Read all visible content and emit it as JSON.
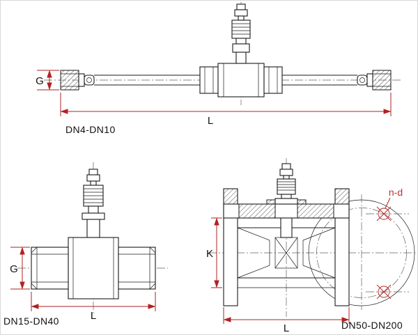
{
  "canvas": {
    "background": "#ffffff"
  },
  "colors": {
    "line": "#1a1a1a",
    "dimension_line": "#b22222",
    "centerline": "#606060",
    "callout_text": "#c03030"
  },
  "drawings": [
    {
      "id": "dn4-dn10",
      "label": "DN4-DN10",
      "dimensions": {
        "g": "G",
        "l": "L"
      }
    },
    {
      "id": "dn15-dn40",
      "label": "DN15-DN40",
      "dimensions": {
        "g": "G",
        "l": "L"
      }
    },
    {
      "id": "dn50-dn200",
      "label": "DN50-DN200",
      "dimensions": {
        "k": "K",
        "l": "L",
        "nd": "n-d"
      }
    }
  ]
}
